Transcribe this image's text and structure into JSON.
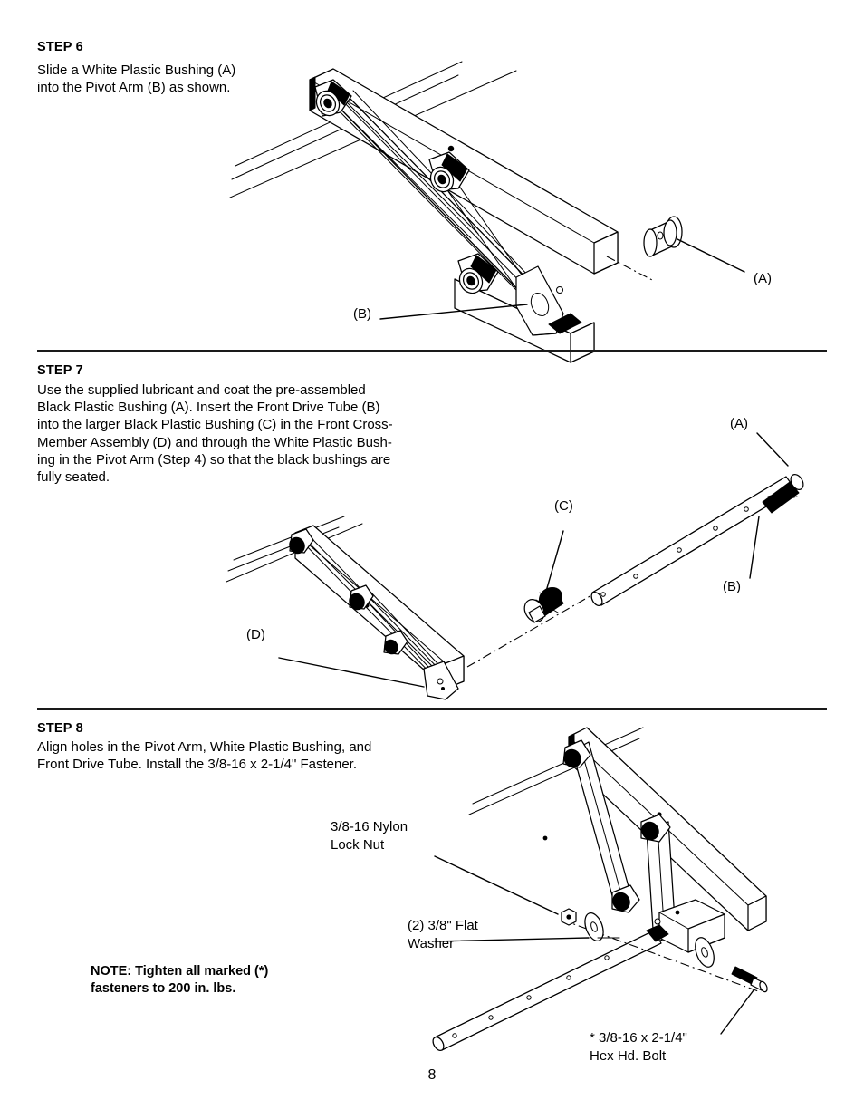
{
  "document": {
    "page_number": "8",
    "type": "assembly-instruction-manual-page"
  },
  "steps": [
    {
      "id": "step-6",
      "heading": "STEP 6",
      "body": "Slide a White Plastic Bushing (A)\ninto the Pivot Arm (B) as shown.",
      "callouts": [
        {
          "id": "step6-label-a",
          "text": "(A)"
        },
        {
          "id": "step6-label-b",
          "text": "(B)"
        }
      ],
      "figure": {
        "name": "pivot-arm-and-white-bushing-exploded-view",
        "parts": [
          {
            "key": "(A)",
            "name": "White Plastic Bushing"
          },
          {
            "key": "(B)",
            "name": "Pivot Arm"
          }
        ]
      }
    },
    {
      "id": "step-7",
      "heading": "STEP 7",
      "body": "Use the supplied lubricant and coat the pre-assembled\nBlack Plastic Bushing (A). Insert the Front Drive Tube (B)\ninto the larger Black Plastic Bushing (C) in the Front Cross-\nMember Assembly (D) and through the White Plastic Bush-\ning in the Pivot Arm (Step 4) so that the black bushings are\nfully seated.",
      "callouts": [
        {
          "id": "step7-label-a",
          "text": "(A)"
        },
        {
          "id": "step7-label-b",
          "text": "(B)"
        },
        {
          "id": "step7-label-c",
          "text": "(C)"
        },
        {
          "id": "step7-label-d",
          "text": "(D)"
        }
      ],
      "figure": {
        "name": "front-drive-tube-into-cross-member-exploded-view",
        "parts": [
          {
            "key": "(A)",
            "name": "Black Plastic Bushing (pre-assembled)"
          },
          {
            "key": "(B)",
            "name": "Front Drive Tube"
          },
          {
            "key": "(C)",
            "name": "Larger Black Plastic Bushing"
          },
          {
            "key": "(D)",
            "name": "Front Cross-Member Assembly"
          }
        ]
      }
    },
    {
      "id": "step-8",
      "heading": "STEP 8",
      "body": "Align holes in the Pivot Arm, White Plastic Bushing, and\nFront Drive Tube. Install the 3/8-16 x 2-1/4\" Fastener.",
      "note": "NOTE: Tighten all marked (*)\nfasteners to 200 in. lbs.",
      "callouts": [
        {
          "id": "step8-label-lock-nut",
          "text": "3/8-16 Nylon\nLock Nut"
        },
        {
          "id": "step8-label-flat-washer",
          "text": "(2) 3/8\" Flat\nWasher"
        },
        {
          "id": "step8-label-hex-bolt",
          "text": "* 3/8-16 x 2-1/4\"\nHex Hd. Bolt"
        }
      ],
      "figure": {
        "name": "pivot-arm-fastener-installation-exploded-view",
        "parts": [
          {
            "name": "3/8-16 Nylon Lock Nut"
          },
          {
            "name": "(2) 3/8\" Flat Washer"
          },
          {
            "name": "* 3/8-16 x 2-1/4\" Hex Hd. Bolt"
          }
        ]
      }
    }
  ],
  "colors": {
    "ink": "#000000",
    "paper": "#ffffff",
    "rule": "#1a1a1a"
  }
}
